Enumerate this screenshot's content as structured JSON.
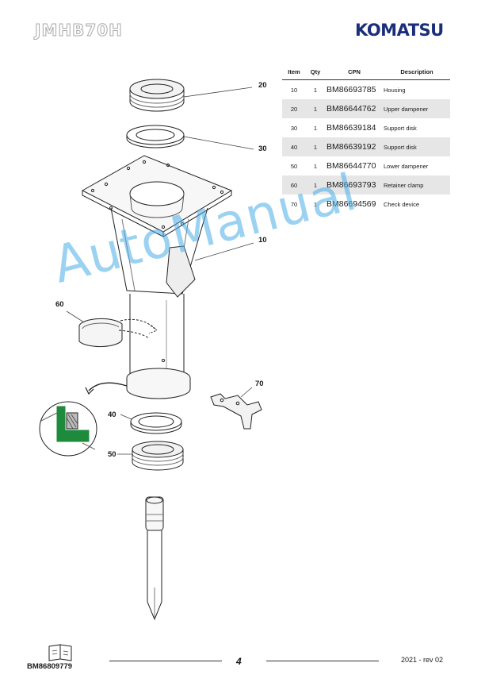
{
  "header": {
    "model_logo": "JMHB70H",
    "brand_logo": "KOMATSU"
  },
  "parts_table": {
    "columns": [
      "Item",
      "Qty",
      "CPN",
      "Description"
    ],
    "rows": [
      {
        "item": "10",
        "qty": "1",
        "cpn": "BM86693785",
        "description": "Housing"
      },
      {
        "item": "20",
        "qty": "1",
        "cpn": "BM86644762",
        "description": "Upper dampener"
      },
      {
        "item": "30",
        "qty": "1",
        "cpn": "BM86639184",
        "description": "Support disk"
      },
      {
        "item": "40",
        "qty": "1",
        "cpn": "BM86639192",
        "description": "Support disk"
      },
      {
        "item": "50",
        "qty": "1",
        "cpn": "BM86644770",
        "description": "Lower dampener"
      },
      {
        "item": "60",
        "qty": "1",
        "cpn": "BM86693793",
        "description": "Retainer clamp"
      },
      {
        "item": "70",
        "qty": "1",
        "cpn": "BM86694569",
        "description": "Check device"
      }
    ]
  },
  "callouts": {
    "c10": "10",
    "c20": "20",
    "c30": "30",
    "c40": "40",
    "c50": "50",
    "c60": "60",
    "c70": "70"
  },
  "watermark": "AutoManual",
  "footer": {
    "doc_number": "BM86809779",
    "page_number": "4",
    "revision": "2021 -  rev 02"
  },
  "colors": {
    "brand": "#1a2e7a",
    "watermark": "#4aaee8",
    "highlight": "#1e8a3c",
    "row_shade": "#e6e6e6"
  }
}
